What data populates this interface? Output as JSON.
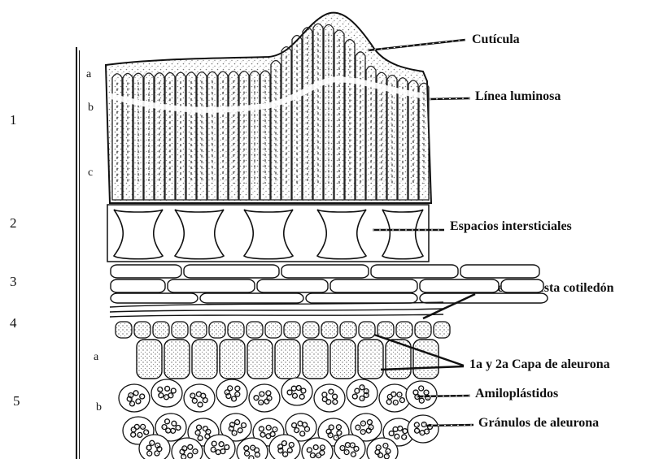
{
  "layer_numbers": [
    "1",
    "2",
    "3",
    "4",
    "5"
  ],
  "sublabels": {
    "layer1": [
      "a",
      "b",
      "c"
    ],
    "layer5": [
      "a",
      "b"
    ]
  },
  "callouts": {
    "cuticula": "Cutícula",
    "linea_luminosa": "Línea luminosa",
    "espacios": "Espacios intersticiales",
    "interfase": "Interfase testa cotiledón",
    "aleurona": "1a y 2a Capa de aleurona",
    "amiloplastidos": "Amiloplástidos",
    "granulos": "Gránulos de aleurona"
  },
  "colors": {
    "ink": "#111111",
    "stipple": "#8a8a8a",
    "paper": "#ffffff"
  }
}
